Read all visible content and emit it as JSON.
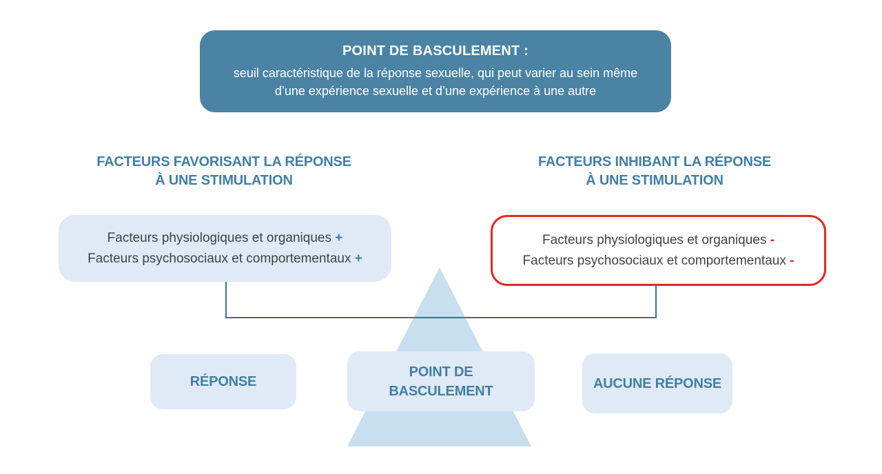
{
  "colors": {
    "teal_box_bg": "#4A83A4",
    "header_text_blue": "#407FA6",
    "light_box_bg": "#DFEAF6",
    "triangle_fill": "#C8DFF0",
    "connector_line": "#3A7190",
    "alert_red": "#E02A20",
    "factor_text": "#3F4346"
  },
  "top_box": {
    "title": "POINT DE BASCULEMENT :",
    "line1": "seuil caractéristique de la réponse sexuelle, qui peut varier au sein même",
    "line2": "d’une expérience sexuelle et d’une expérience à une autre"
  },
  "left_column": {
    "header_line1": "FACTEURS FAVORISANT LA RÉPONSE",
    "header_line2": "À UNE STIMULATION",
    "factor1": "Facteurs physiologiques et organiques ",
    "factor1_sign": "+",
    "factor2": "Facteurs psychosociaux et comportementaux ",
    "factor2_sign": "+"
  },
  "right_column": {
    "header_line1": "FACTEURS INHIBANT LA RÉPONSE",
    "header_line2": "À UNE STIMULATION",
    "factor1": "Facteurs physiologiques et organiques ",
    "factor1_sign": "-",
    "factor2": "Facteurs psychosociaux et comportementaux ",
    "factor2_sign": "-"
  },
  "bottom_row": {
    "left_label": "RÉPONSE",
    "center_line1": "POINT DE",
    "center_line2": "BASCULEMENT",
    "right_label": "AUCUNE RÉPONSE"
  }
}
